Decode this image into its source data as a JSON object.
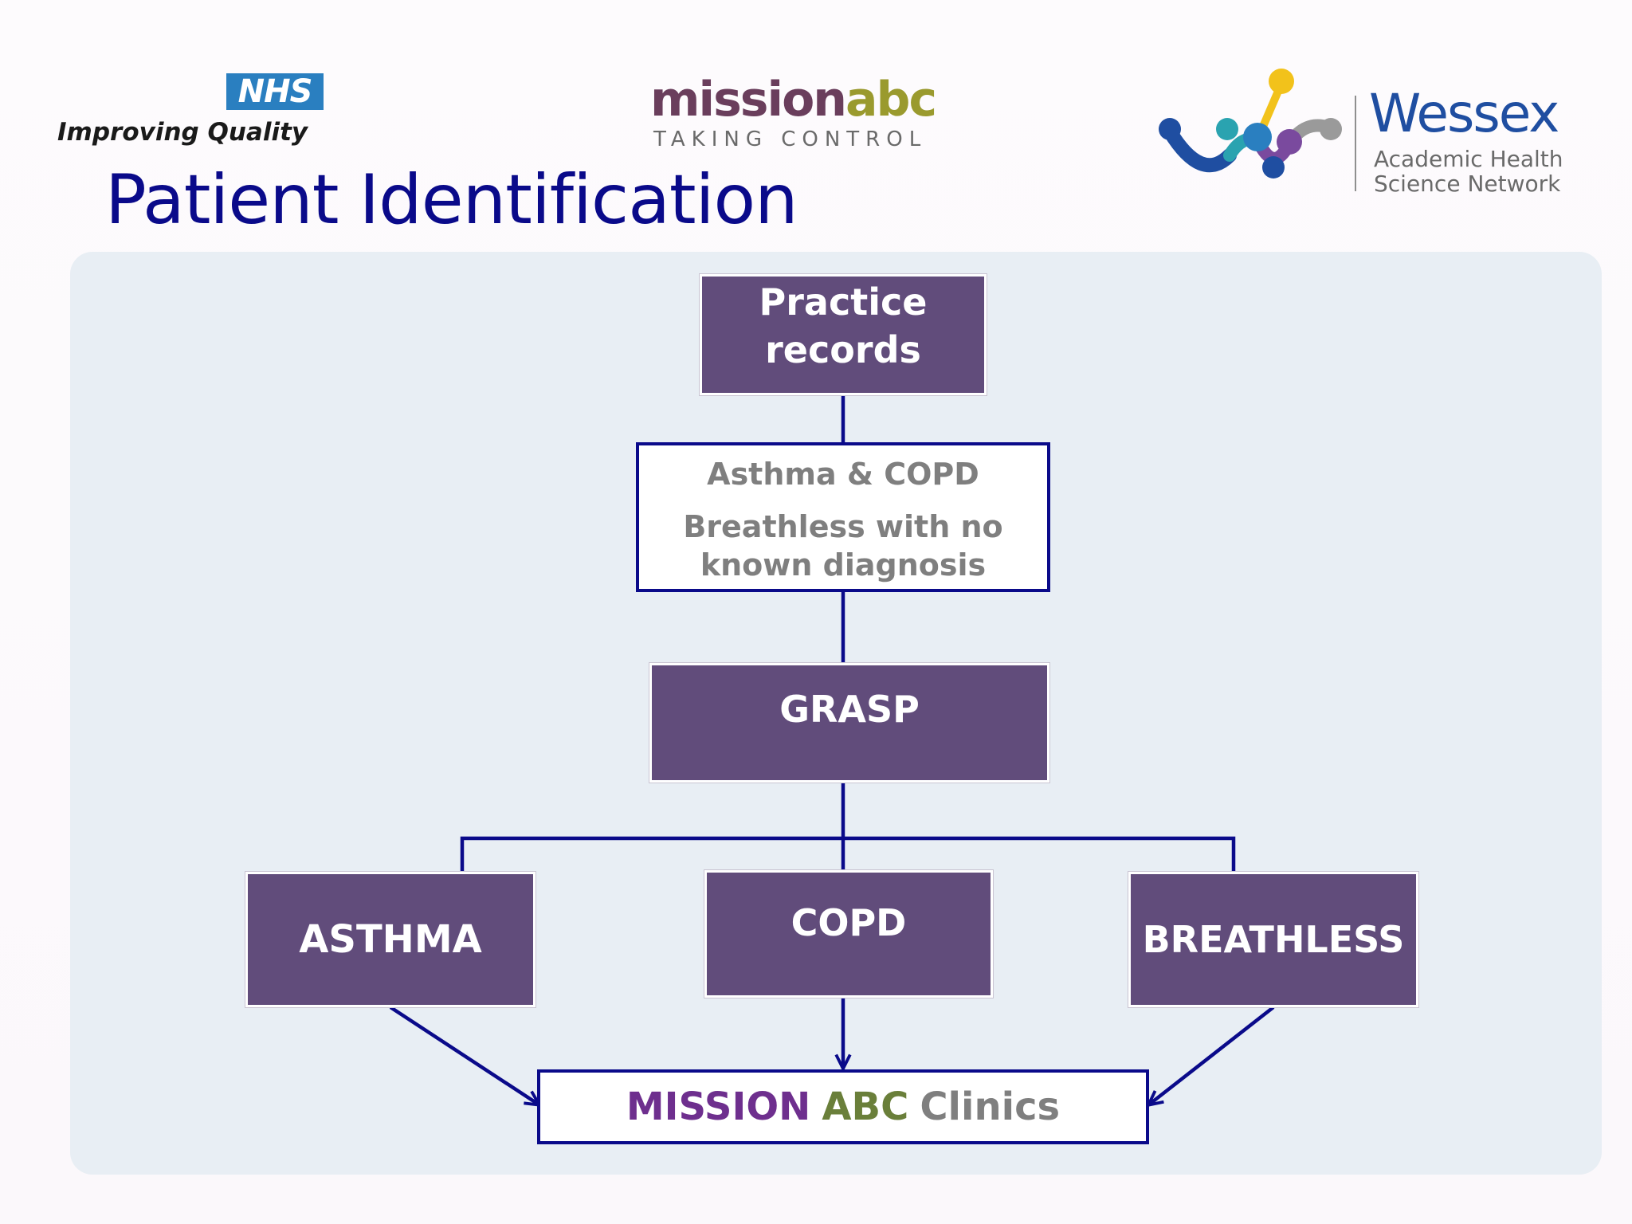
{
  "header": {
    "nhs_logo": {
      "box_text": "NHS",
      "tagline": "Improving Quality"
    },
    "mission_logo": {
      "word_mission": "mission",
      "word_abc": "abc",
      "subtitle": "TAKING CONTROL"
    },
    "wessex_logo": {
      "name": "Wessex",
      "subtitle_line1": "Academic Health",
      "subtitle_line2": "Science Network"
    }
  },
  "title": "Patient Identification",
  "diagram": {
    "nodes": {
      "practice_records": {
        "line1": "Practice",
        "line2": "records"
      },
      "conditions": {
        "line1": "Asthma & COPD",
        "line2": "Breathless with no known diagnosis"
      },
      "grasp": "GRASP",
      "asthma": "ASTHMA",
      "copd": "COPD",
      "breathless": "BREATHLESS",
      "clinics": {
        "part1": "MISSION",
        "part2": "ABC",
        "part3": "Clinics"
      }
    },
    "colors": {
      "purple_node": "#614c7b",
      "connector": "#0a0a8a",
      "title": "#0a0a8a",
      "clinics_mission": "#6e2f8e",
      "clinics_abc": "#6a7f3a",
      "gray_text": "#7f7f7f"
    }
  }
}
